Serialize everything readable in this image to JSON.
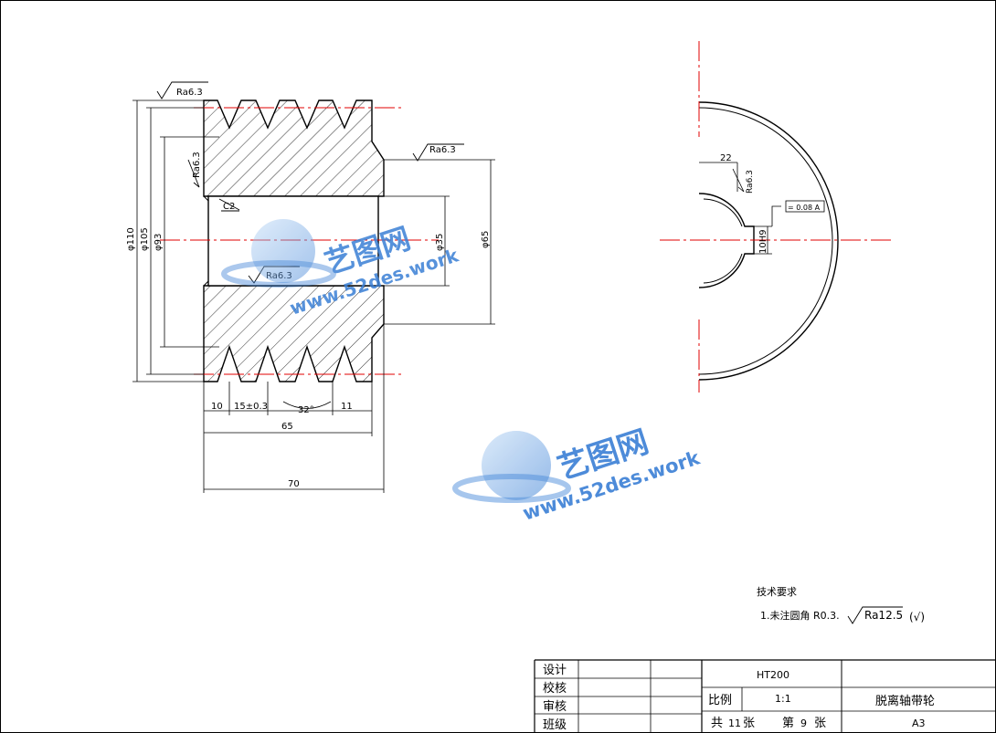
{
  "front_view": {
    "roughness_top": "Ra6.3",
    "roughness_right": "Ra6.3",
    "roughness_left_vertical": "Ra6.3",
    "roughness_bore": "Ra6.3",
    "chamfer": "C2",
    "dims": {
      "d110": "φ110",
      "d105": "φ105",
      "d93": "φ93",
      "d35": "φ35",
      "d65": "φ65",
      "w10": "10",
      "w15": "15±0.3",
      "angle": "32°",
      "w11": "11",
      "len65": "65",
      "len70": "70"
    }
  },
  "side_view": {
    "dim22": "22",
    "roughness": "Ra6.3",
    "tolerance_box": "= 0.08 A",
    "keyway": "10H9"
  },
  "tech_req": {
    "title": "技术要求",
    "item1": "1.未注圆角 R0.3.",
    "roughness": "Ra12.5",
    "suffix": "(√)"
  },
  "title_block": {
    "design": "设计",
    "check": "校核",
    "review": "审核",
    "class": "班级",
    "material": "HT200",
    "scale_label": "比例",
    "scale_value": "1:1",
    "part_name": "脱离轴带轮",
    "total_label": "共",
    "total_value": "11",
    "sheets_unit": "张",
    "sheet_label": "第",
    "sheet_value": "9",
    "sheet_unit": "张",
    "size": "A3"
  },
  "watermark": {
    "brand": "艺图网",
    "url": "www.52des.work"
  },
  "colors": {
    "centerline": "#e00000",
    "ink": "#000000",
    "watermark": "#3a7fd5"
  }
}
